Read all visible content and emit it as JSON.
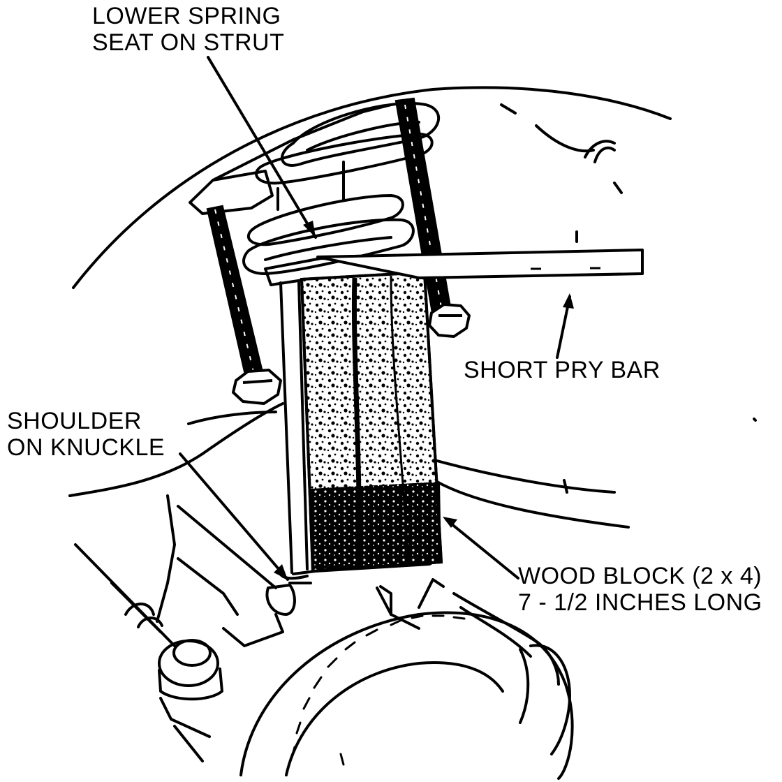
{
  "callouts": {
    "lower_spring_seat": [
      "LOWER SPRING",
      "SEAT ON STRUT"
    ],
    "short_pry_bar": [
      "SHORT PRY BAR"
    ],
    "shoulder_on_knuckle": [
      "SHOULDER",
      "ON KNUCKLE"
    ],
    "wood_block": [
      "WOOD BLOCK (2 x 4)",
      "7 - 1/2 INCHES LONG"
    ]
  },
  "colors": {
    "ink": "#000000",
    "paper": "#ffffff"
  }
}
